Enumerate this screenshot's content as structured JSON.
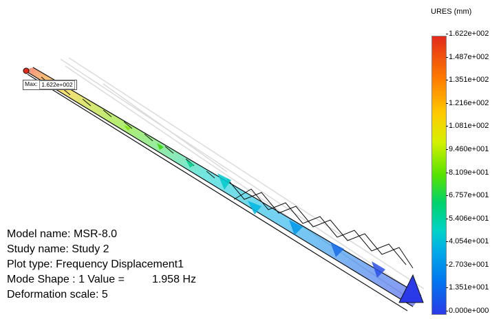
{
  "probe": {
    "label": "Max:",
    "value": "1.622e+002"
  },
  "info": {
    "model_name": "Model name: MSR-8.0",
    "study_name": "Study name: Study 2",
    "plot_type": "Plot type: Frequency Displacement1",
    "mode_shape": "Mode Shape : 1  Value =",
    "mode_value": "1.958 Hz",
    "deformation_scale": "Deformation scale: 5"
  },
  "legend": {
    "title": "URES (mm)",
    "ticks": [
      "1.622e+002",
      "1.487e+002",
      "1.351e+002",
      "1.216e+002",
      "1.081e+002",
      "9.460e+001",
      "8.109e+001",
      "6.757e+001",
      "5.406e+001",
      "4.054e+001",
      "2.703e+001",
      "1.351e+001",
      "0.000e+000"
    ]
  },
  "colors": {
    "max": "#e32b1b",
    "mid": "#55e300",
    "min": "#2a3ae8",
    "undeformed": "#d8d8d8",
    "frame": "#111111"
  }
}
